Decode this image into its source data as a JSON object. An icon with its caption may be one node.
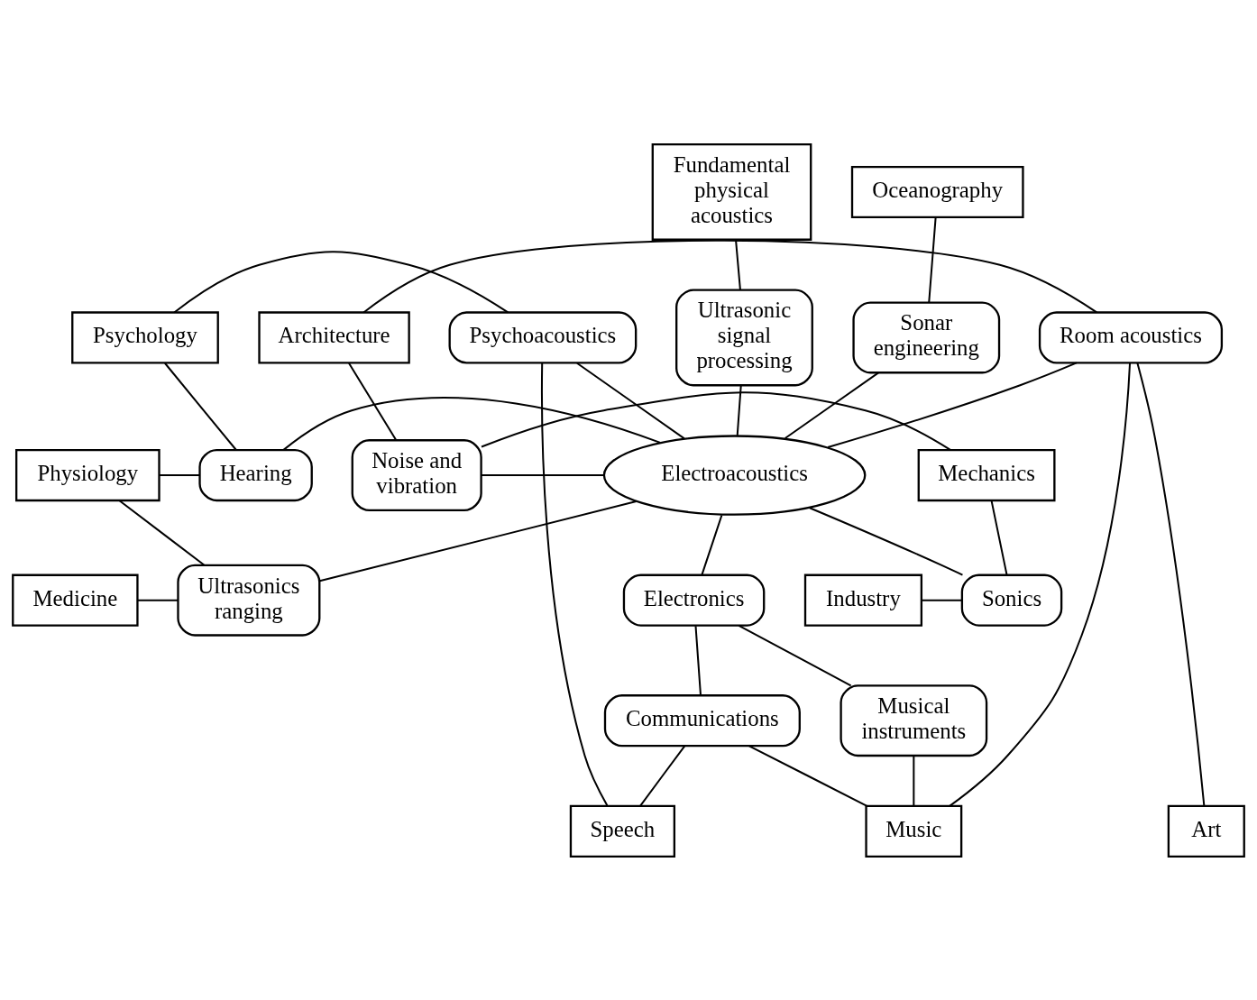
{
  "diagram": {
    "nodes": [
      {
        "text": [
          "Fundamental physical acoustics"
        ]
      },
      {
        "text": [
          "Oceanography"
        ]
      },
      {
        "text": [
          "Ultrasonic signal processing"
        ]
      },
      {
        "text": [
          "Sonar engineering"
        ]
      },
      {
        "text": [
          "Medicine"
        ]
      },
      {
        "text": [
          "Industry"
        ]
      },
      {
        "text": [
          "Ultrasonics ranging"
        ]
      },
      {
        "text": [
          "Sonics"
        ]
      },
      {
        "text": [
          "Physiology"
        ]
      },
      {
        "text": [
          "Mechanics"
        ]
      },
      {
        "text": [
          "Hearing"
        ]
      },
      {
        "text": [
          "Electroacoustics"
        ]
      },
      {
        "text": [
          "Noise and vibration"
        ]
      },
      {
        "text": [
          "Psychology"
        ]
      },
      {
        "text": [
          "Architecture"
        ]
      },
      {
        "text": [
          "Psychoacoustics"
        ]
      },
      {
        "text": [
          "Room acoustics"
        ]
      },
      {
        "text": [
          "Electronics"
        ]
      },
      {
        "text": [
          "Communications"
        ]
      },
      {
        "text": [
          "Musical instruments"
        ]
      },
      {
        "text": [
          "Speech"
        ]
      },
      {
        "text": [
          "Music"
        ]
      },
      {
        "text": [
          "Art"
        ]
      }
    ],
    "edges": [
      {
        "from": 0,
        "to": 2,
        "arrow": "none"
      },
      {
        "from": 1,
        "to": 3,
        "arrow": "none"
      },
      {
        "from": 2,
        "to": 11,
        "arrow": "none"
      },
      {
        "from": 3,
        "to": 11,
        "arrow": "none"
      },
      {
        "from": 4,
        "to": 6,
        "arrow": "none"
      },
      {
        "from": 8,
        "to": 6,
        "arrow": "none"
      },
      {
        "from": 8,
        "to": 10,
        "arrow": "none"
      },
      {
        "from": 13,
        "to": 10,
        "arrow": "none"
      },
      {
        "from": 13,
        "to": 15,
        "arrow": "none"
      },
      {
        "from": 6,
        "to": 11,
        "arrow": "none"
      },
      {
        "from": 10,
        "to": 11,
        "arrow": "none"
      },
      {
        "from": 15,
        "to": 11,
        "arrow": "none"
      },
      {
        "from": 7,
        "to": 11,
        "arrow": "none"
      },
      {
        "from": 12,
        "to": 11,
        "arrow": "none"
      },
      {
        "from": 16,
        "to": 11,
        "arrow": "none"
      },
      {
        "from": 5,
        "to": 7,
        "arrow": "none"
      },
      {
        "from": 9,
        "to": 7,
        "arrow": "none"
      },
      {
        "from": 9,
        "to": 12,
        "arrow": "none"
      },
      {
        "from": 14,
        "to": 12,
        "arrow": "none"
      },
      {
        "from": 14,
        "to": 16,
        "arrow": "none"
      },
      {
        "from": 11,
        "to": 17,
        "arrow": "none"
      },
      {
        "from": 17,
        "to": 18,
        "arrow": "none"
      },
      {
        "from": 17,
        "to": 19,
        "arrow": "none"
      },
      {
        "from": 18,
        "to": 20,
        "arrow": "none"
      },
      {
        "from": 18,
        "to": 21,
        "arrow": "none"
      },
      {
        "from": 19,
        "to": 21,
        "arrow": "none"
      },
      {
        "from": 15,
        "to": 20,
        "arrow": "none"
      },
      {
        "from": 16,
        "to": 21,
        "arrow": "none"
      },
      {
        "from": 16,
        "to": 22,
        "arrow": "none"
      }
    ]
  }
}
